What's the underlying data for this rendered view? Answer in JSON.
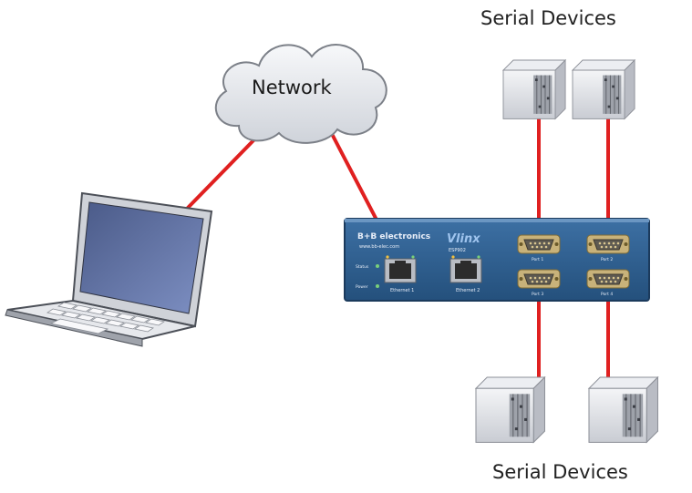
{
  "diagram": {
    "cloud_label": "Network",
    "top_group_label": "Serial Devices",
    "bottom_group_label": "Serial Devices",
    "server": {
      "brand": "B+B electronics",
      "brand_sub": "www.bb-elec.com",
      "product_logo": "Vlinx",
      "model": "ESP902",
      "ethernet_ports": [
        "Ethernet 1",
        "Ethernet 2"
      ],
      "serial_ports": [
        "Port 1",
        "Port 2",
        "Port 3",
        "Port 4"
      ],
      "led_labels": [
        "Status",
        "Power"
      ]
    },
    "colors": {
      "link": "#e02020",
      "panel": "#2e5e8e",
      "cloud": "#e6e8ec",
      "chassis": "#d9dbe0"
    }
  }
}
